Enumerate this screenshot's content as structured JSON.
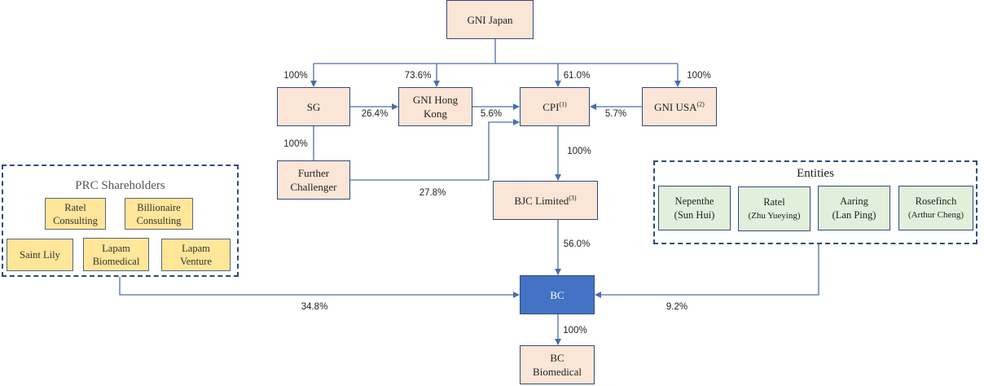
{
  "colors": {
    "entity_fill": "#fbe5d6",
    "highlight_fill": "#4472c4",
    "prc_fill": "#ffe699",
    "entities_fill": "#e2efda",
    "line": "#4a6fa5"
  },
  "nodes": {
    "gni_japan": {
      "label": "GNI Japan"
    },
    "sg": {
      "label": "SG"
    },
    "gni_hk": {
      "line1": "GNI Hong",
      "line2": "Kong"
    },
    "cpi": {
      "label": "CPI",
      "note": "(1)"
    },
    "gni_usa": {
      "label": "GNI USA",
      "note": "(2)"
    },
    "further": {
      "line1": "Further",
      "line2": "Challenger"
    },
    "bjc": {
      "label": "BJC Limited",
      "note": "(3)"
    },
    "bc": {
      "label": "BC"
    },
    "bc_bio": {
      "line1": "BC",
      "line2": "Biomedical"
    }
  },
  "prc": {
    "title": "PRC Shareholders",
    "items": [
      {
        "line1": "Ratel",
        "line2": "Consulting"
      },
      {
        "line1": "Billionaire",
        "line2": "Consulting"
      },
      {
        "line1": "Saint Lily",
        "line2": ""
      },
      {
        "line1": "Lapam",
        "line2": "Biomedical"
      },
      {
        "line1": "Lapam",
        "line2": "Venture"
      }
    ]
  },
  "entities": {
    "title": "Entities",
    "items": [
      {
        "line1": "Nepenthe",
        "line2": "(Sun Hui)"
      },
      {
        "line1": "Ratel",
        "line2": "(Zhu Yueying)"
      },
      {
        "line1": "Aaring",
        "line2": "(Lan Ping)"
      },
      {
        "line1": "Rosefinch",
        "line2": "(Arthur Cheng)"
      }
    ]
  },
  "edges": {
    "japan_sg": "100%",
    "japan_hk": "73.6%",
    "japan_cpi": "61.0%",
    "japan_usa": "100%",
    "sg_hk": "26.4%",
    "hk_cpi": "5.6%",
    "usa_cpi": "5.7%",
    "sg_further": "100%",
    "further_cpi": "27.8%",
    "cpi_bjc": "100%",
    "bjc_bc": "56.0%",
    "prc_bc": "34.8%",
    "entities_bc": "9.2%",
    "bc_bcbio": "100%"
  }
}
